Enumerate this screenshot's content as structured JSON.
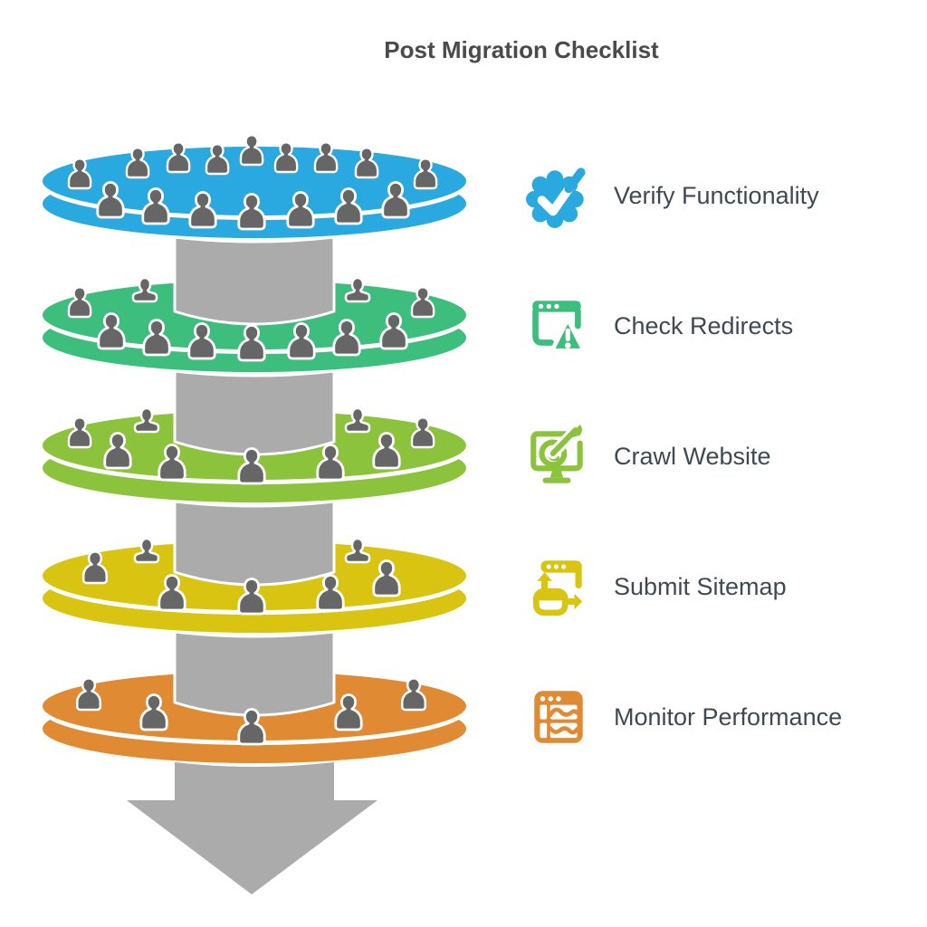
{
  "title": "Post Migration Checklist",
  "colors": {
    "title_text": "#4A4A4A",
    "item_text": "#3D4A53",
    "person": "#666666",
    "shaft": "#ABABAB",
    "white": "#FFFFFF"
  },
  "funnel": {
    "person_color": "#666666",
    "shaft_color": "#ABABAB",
    "levels": [
      {
        "label": "Verify Functionality",
        "color": "#29A9E0",
        "people_count": 16
      },
      {
        "label": "Check Redirects",
        "color": "#3EBE7C",
        "people_count": 11
      },
      {
        "label": "Crawl Website",
        "color": "#8CC33C",
        "people_count": 9
      },
      {
        "label": "Submit Sitemap",
        "color": "#D9C511",
        "people_count": 7
      },
      {
        "label": "Monitor Performance",
        "color": "#E08A33",
        "people_count": 5
      }
    ]
  },
  "checklist": {
    "items": [
      {
        "label": "Verify Functionality",
        "icon": "verified-check-badge-icon",
        "color": "#29A9E0"
      },
      {
        "label": "Check Redirects",
        "icon": "browser-warning-icon",
        "color": "#3EBE7C"
      },
      {
        "label": "Crawl Website",
        "icon": "monitor-target-dart-icon",
        "color": "#8CC33C"
      },
      {
        "label": "Submit Sitemap",
        "icon": "windows-transfer-arrows-icon",
        "color": "#D9C511"
      },
      {
        "label": "Monitor Performance",
        "icon": "dashboard-charts-icon",
        "color": "#E08A33"
      }
    ]
  },
  "arrow": {
    "direction": "down",
    "color": "#ABABAB"
  }
}
